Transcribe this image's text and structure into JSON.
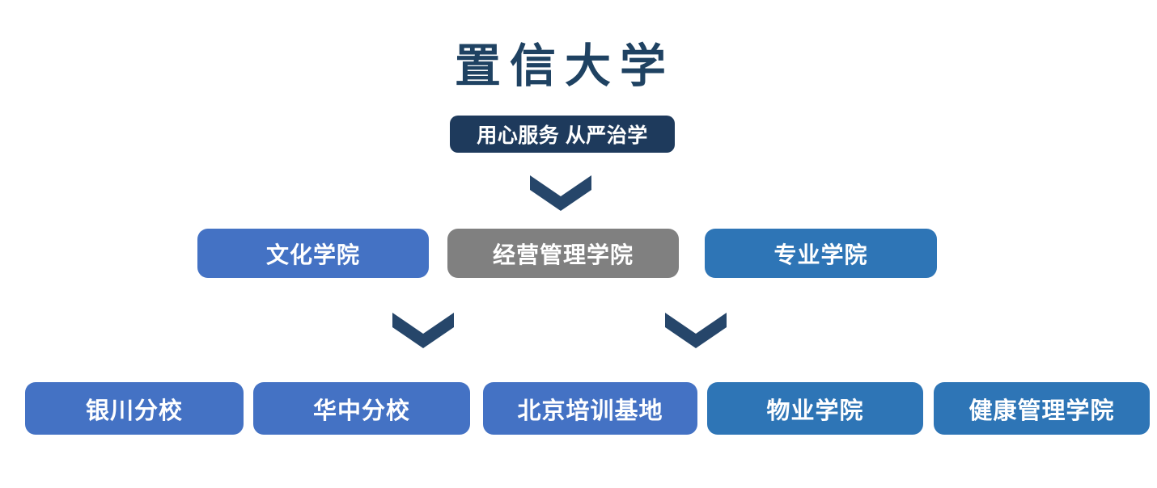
{
  "header": {
    "title": "置信大学",
    "tagline": "用心服务 从严治学"
  },
  "colors": {
    "title": "#1f4262",
    "badge_bg": "#1e3a5c",
    "chevron": "#26466a",
    "node_blue": "#4472c4",
    "node_steel": "#2e75b6",
    "node_gray": "#808080",
    "background": "#ffffff"
  },
  "diagram": {
    "type": "org-hierarchy",
    "connectors": [
      {
        "name": "chevron-top",
        "direction": "down",
        "from": "置信大学",
        "to": "学院层"
      },
      {
        "name": "chevron-left",
        "direction": "down",
        "from": "文化学院",
        "to": "分校层"
      },
      {
        "name": "chevron-right",
        "direction": "down",
        "from": "专业学院",
        "to": "分校层"
      }
    ],
    "levels": [
      {
        "name": "colleges",
        "nodes": [
          {
            "label": "文化学院",
            "color": "blue"
          },
          {
            "label": "经营管理学院",
            "color": "gray"
          },
          {
            "label": "专业学院",
            "color": "steel"
          }
        ]
      },
      {
        "name": "branches",
        "nodes": [
          {
            "label": "银川分校",
            "color": "blue"
          },
          {
            "label": "华中分校",
            "color": "blue"
          },
          {
            "label": "北京培训基地",
            "color": "blue"
          },
          {
            "label": "物业学院",
            "color": "steel"
          },
          {
            "label": "健康管理学院",
            "color": "steel"
          }
        ]
      }
    ]
  }
}
